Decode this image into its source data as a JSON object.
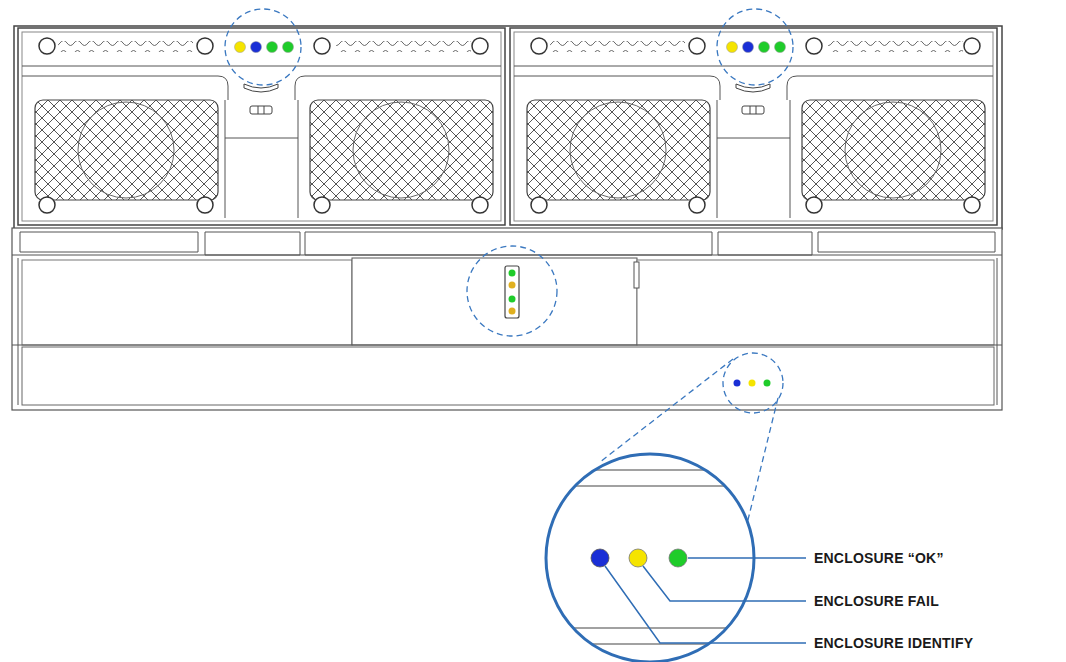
{
  "diagram": {
    "labels": [
      "ENCLOSURE “OK”",
      "ENCLOSURE FAIL",
      "ENCLOSURE IDENTIFY"
    ]
  }
}
